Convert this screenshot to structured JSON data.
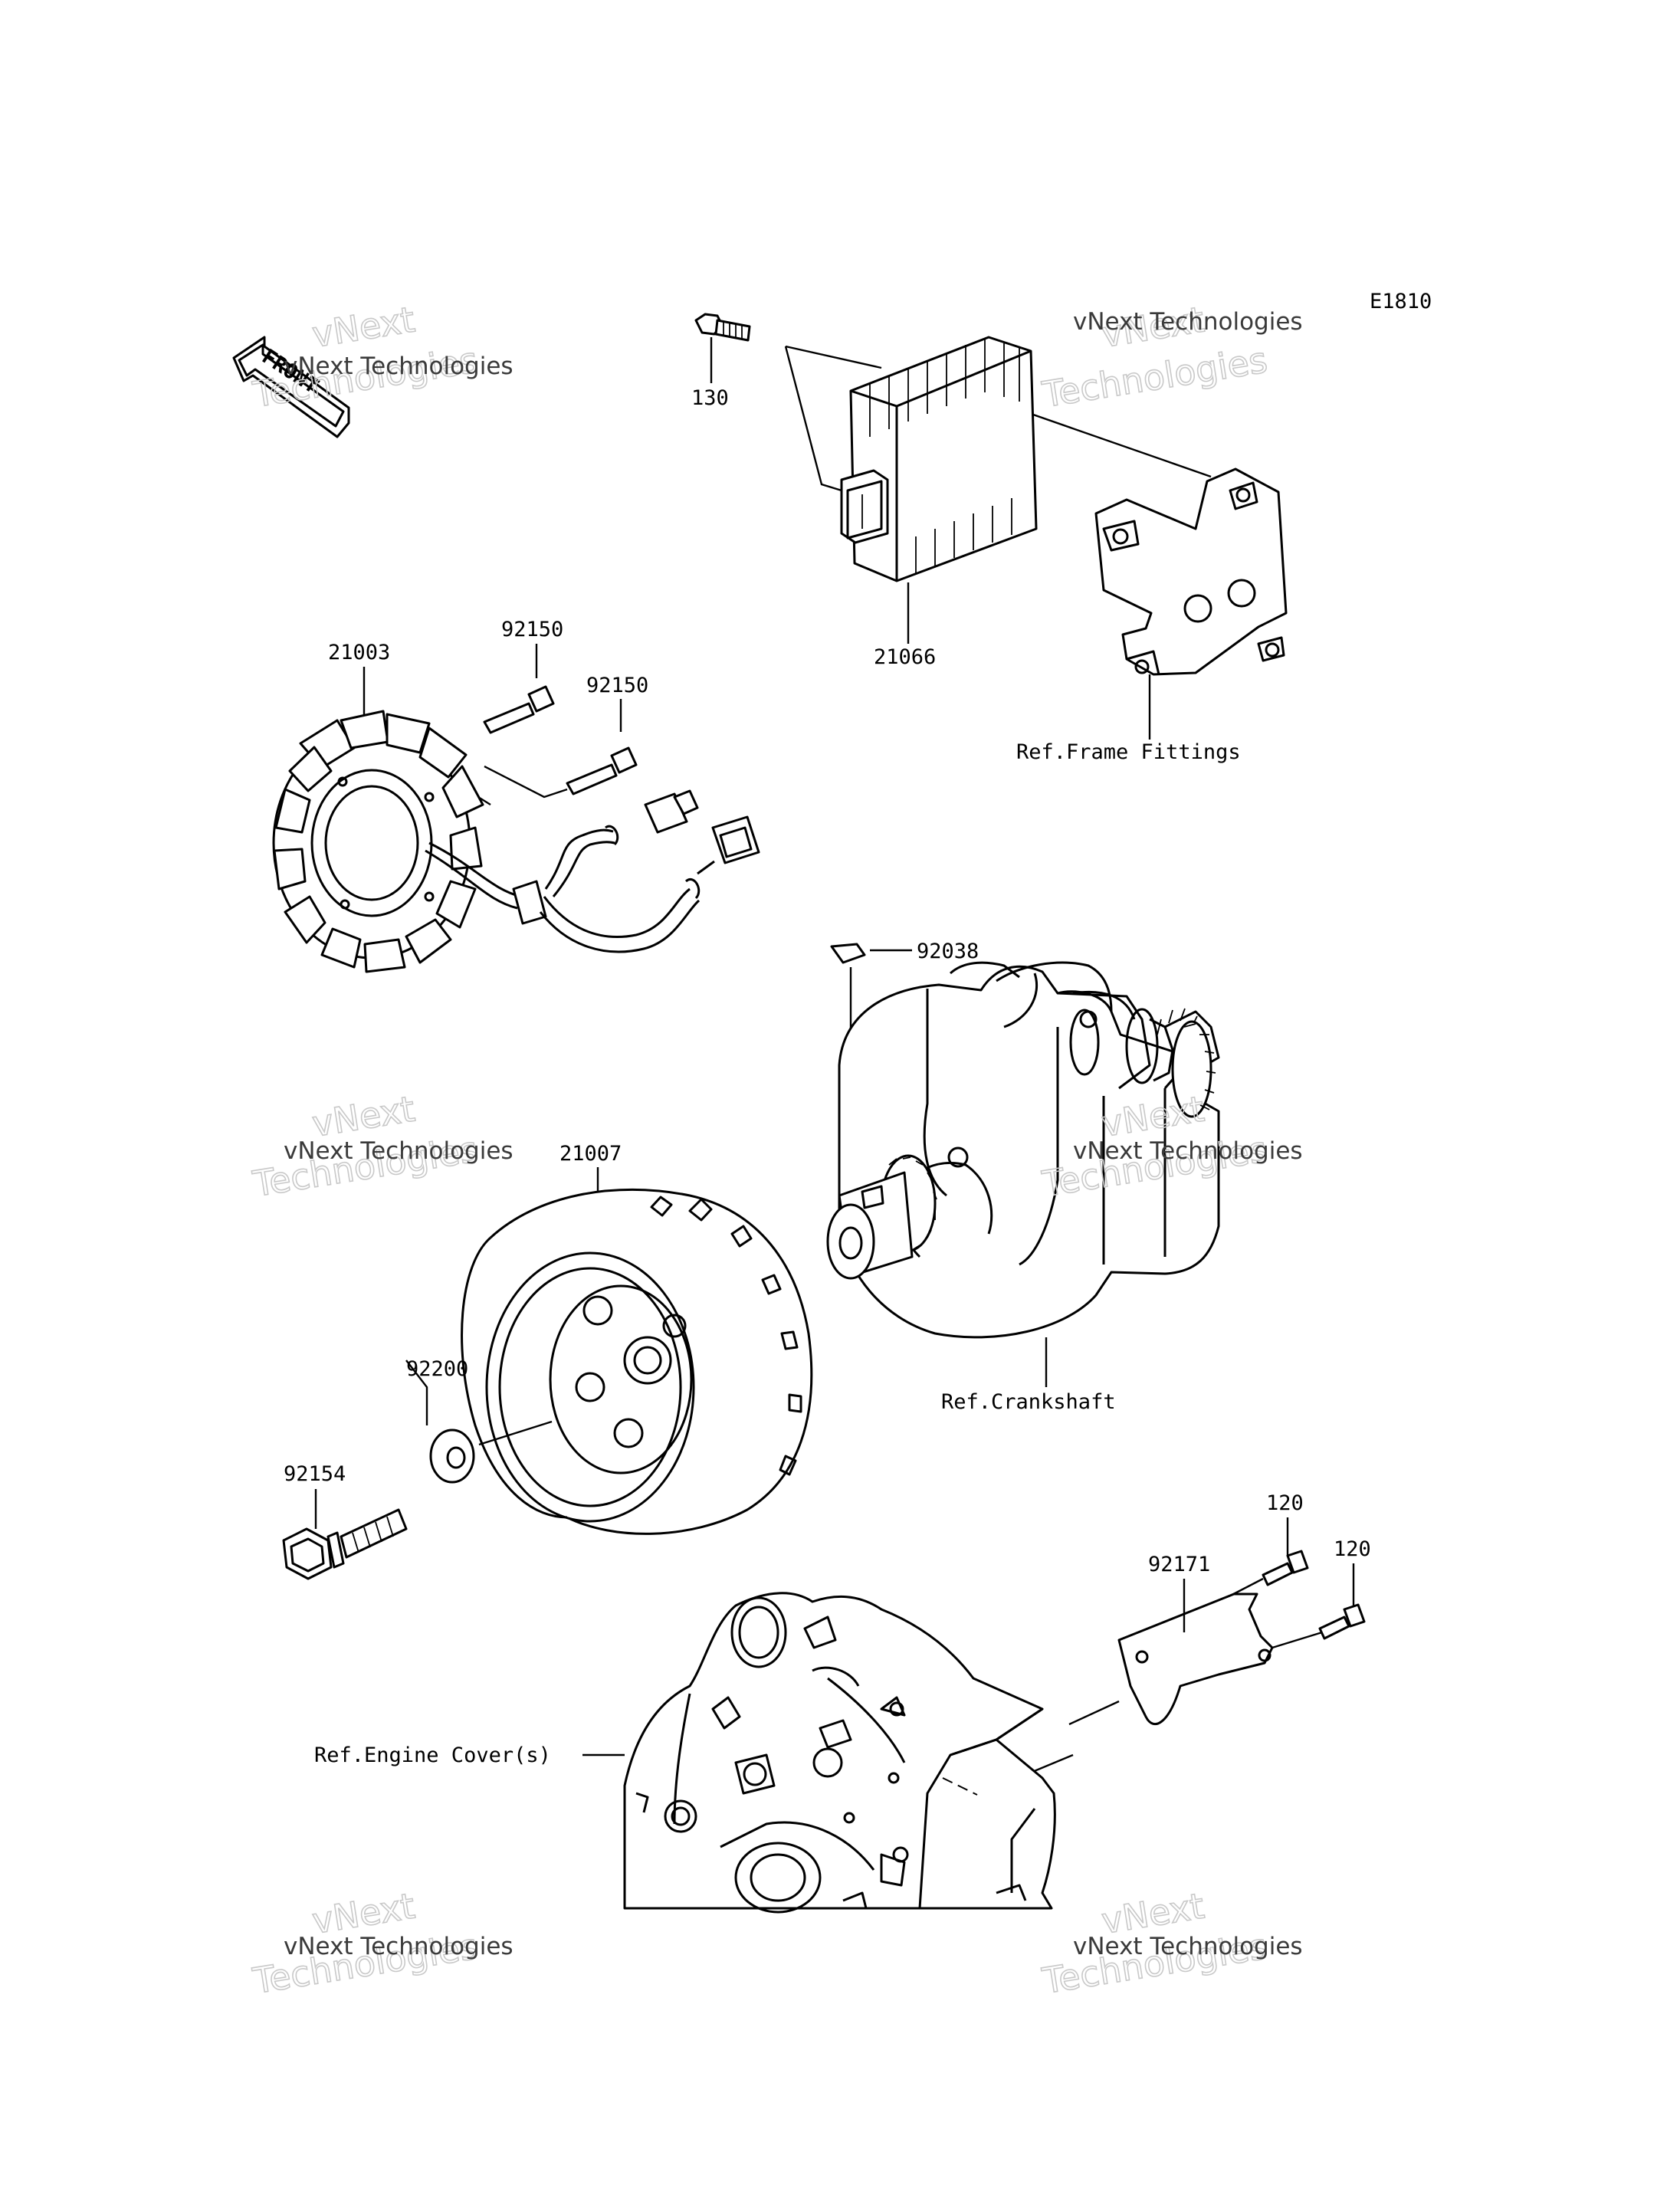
{
  "diagram": {
    "code": "E1810",
    "front_label": "FRONT",
    "watermark": {
      "line1": "vNext Technologies",
      "line2": "vNext",
      "line3": "Technologies"
    },
    "parts": {
      "p130": "130",
      "p21066": "21066",
      "frame": "Ref.Frame Fittings",
      "p21003": "21003",
      "p92150a": "92150",
      "p92150b": "92150",
      "p92038": "92038",
      "p21007": "21007",
      "crank": "Ref.Crankshaft",
      "p92200": "92200",
      "p92154": "92154",
      "p120a": "120",
      "p120b": "120",
      "p92171": "92171",
      "cover": "Ref.Engine Cover(s)"
    }
  }
}
